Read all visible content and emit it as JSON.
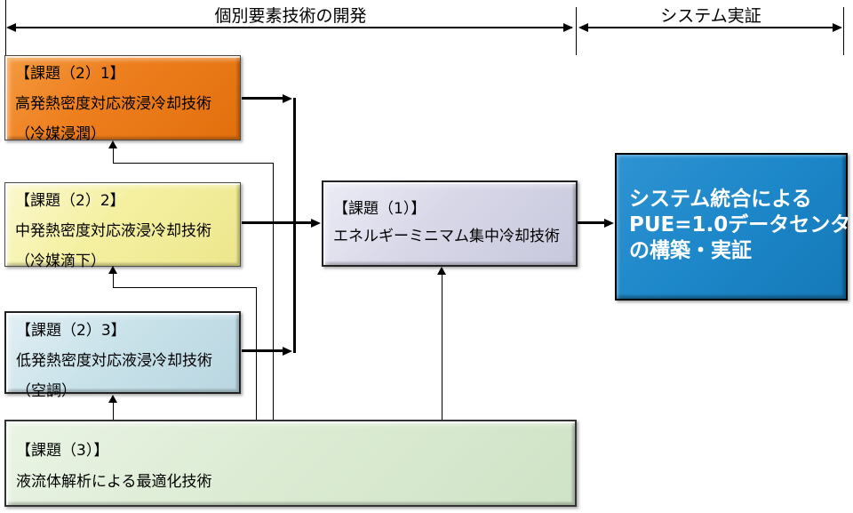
{
  "timeline": {
    "left_label": "個別要素技術の開発",
    "right_label": "システム実証"
  },
  "boxes": {
    "task2_1": {
      "title": "【課題（2）1】",
      "line1": "高発熱密度対応液浸冷却技術",
      "line2": "（冷媒浸潤）",
      "fill": "#ED7D1C"
    },
    "task2_2": {
      "title": "【課題（2）2】",
      "line1": "中発熱密度対応液浸冷却技術",
      "line2": "（冷媒滴下）",
      "fill": "#F4F0A0"
    },
    "task2_3": {
      "title": "【課題（2）3】",
      "line1": "低発熱密度対応液浸冷却技術",
      "line2": "（空調）",
      "fill": "#C9E2EA"
    },
    "task1": {
      "title": "【課題（1）】",
      "line1": "エネルギーミニマム集中冷却技術",
      "fill": "#D7D7E8"
    },
    "task3": {
      "title": "【課題（3）】",
      "line1": "液流体解析による最適化技術",
      "fill": "#DCECD4"
    },
    "goal": {
      "line1": "システム統合による",
      "line2": "PUE=1.0データセンタ",
      "line3": "の構築・実証",
      "fill": "#1C87C9",
      "text_color": "#FFFFFF"
    }
  },
  "edges": [
    {
      "from": "task2_1",
      "to": "task1",
      "style": "thick"
    },
    {
      "from": "task2_2",
      "to": "task1",
      "style": "thick"
    },
    {
      "from": "task2_3",
      "to": "task1",
      "style": "thick"
    },
    {
      "from": "task1",
      "to": "goal",
      "style": "thick"
    },
    {
      "from": "task3",
      "to": "task2_1",
      "style": "thin"
    },
    {
      "from": "task3",
      "to": "task2_2",
      "style": "thin"
    },
    {
      "from": "task3",
      "to": "task2_3",
      "style": "thin"
    },
    {
      "from": "task3",
      "to": "task1",
      "style": "thin"
    }
  ]
}
